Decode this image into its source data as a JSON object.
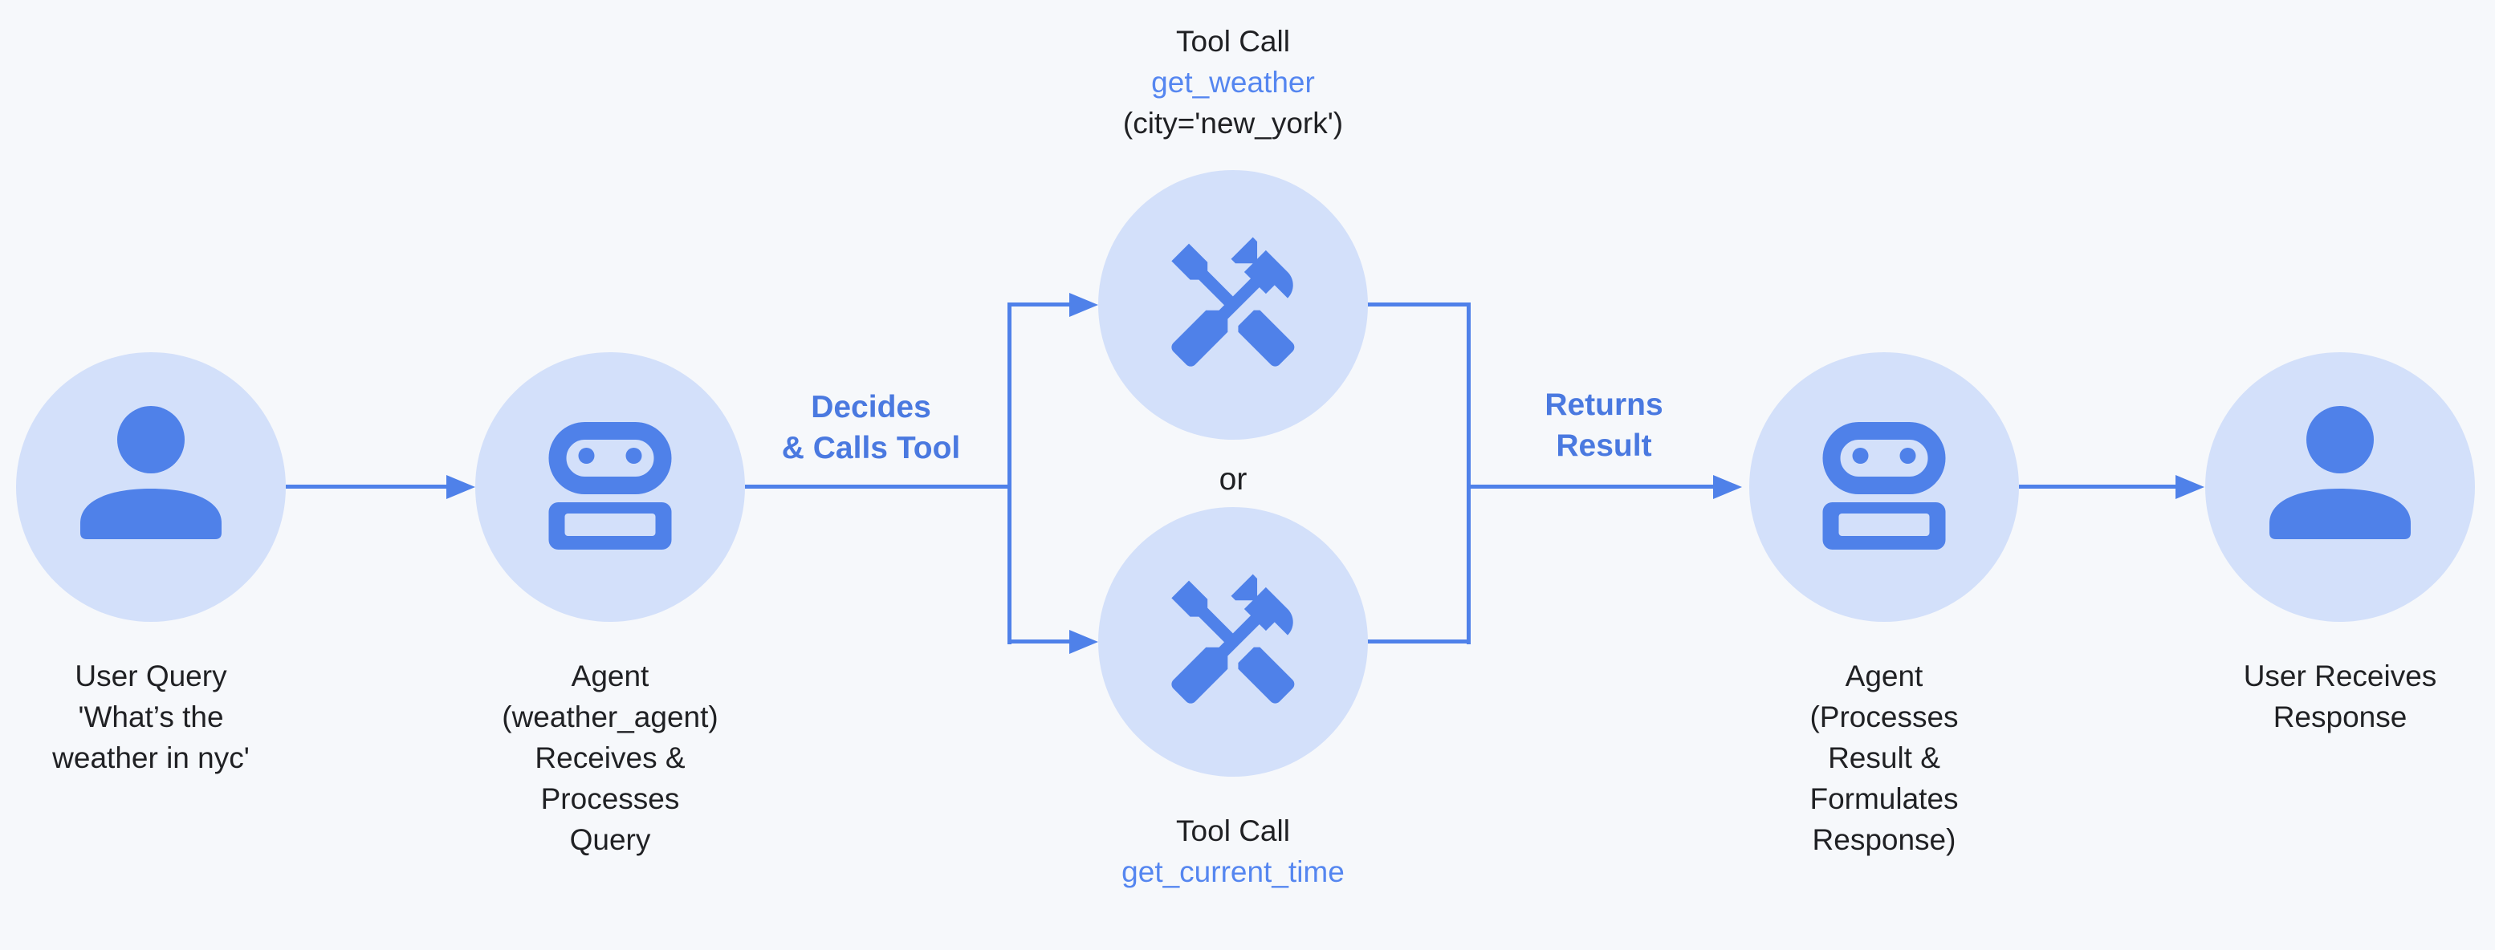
{
  "diagram": {
    "colors": {
      "background": "#f6f8fb",
      "accent_blue": "#4f81e9",
      "circle_fill": "#d3e0fa",
      "dark_text": "#202124",
      "edge_label_blue": "#4a79e0",
      "tool_name_blue": "#5586f0"
    },
    "top_tool_label": {
      "title": "Tool Call",
      "name": "get_weather",
      "args": "(city='new_york')"
    },
    "bottom_tool_label": {
      "title": "Tool Call",
      "name": "get_current_time"
    },
    "edge_labels": {
      "decides": [
        "Decides",
        "& Calls Tool"
      ],
      "returns": [
        "Returns",
        "Result"
      ]
    },
    "or": "or",
    "captions": {
      "user_query": [
        "User Query",
        "'What’s the",
        "weather in nyc'"
      ],
      "agent_receive": [
        "Agent",
        "(weather_agent)",
        "Receives &",
        "Processes",
        "Query"
      ],
      "agent_respond": [
        "Agent",
        "(Processes",
        "Result &",
        "Formulates",
        "Response)"
      ],
      "user_receive": [
        "User Receives",
        "Response"
      ]
    },
    "icons": {
      "user": "person-icon",
      "agent": "robot-icon",
      "tool": "tools-icon"
    }
  }
}
